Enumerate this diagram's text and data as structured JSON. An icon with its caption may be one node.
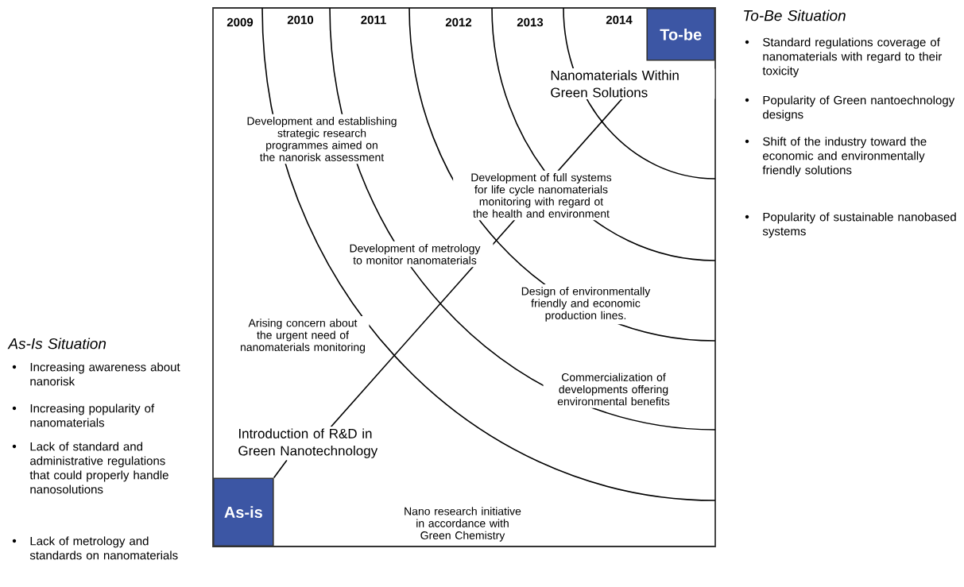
{
  "diagram": {
    "nodes": [
      {
        "text": [
          "As-is"
        ]
      },
      {
        "text": [
          "Introduction of R&D in Green Nanotechnology"
        ]
      },
      {
        "text": [
          "Nanomaterials Within Green Solutions"
        ]
      },
      {
        "text": [
          "To-be"
        ]
      }
    ],
    "edges": [
      {
        "from": 0,
        "to": 1,
        "arrow": "none"
      },
      {
        "from": 1,
        "to": 2,
        "arrow": "none"
      }
    ],
    "labels": [
      "2009",
      "2010",
      "2011",
      "2012",
      "2013",
      "2014",
      "Development and establishing strategic research programmes aimed on the nanorisk assessment",
      "Development of full systems for life cycle nanomaterials monitoring with regard ot the health and environment",
      "Development of metrology to monitor nanomaterials",
      "Arising concern about the urgent need of nanomaterials monitoring",
      "Design of environmentally friendly and economic production lines.",
      "Commercialization of developments offering environmental benefits",
      "Nano research initiative in accordance with Green Chemistry",
      "To-Be Situation",
      "Standard regulations coverage of nanomaterials with regard to their toxicity",
      "Popularity of Green nantoechnology designs",
      "Shift of the industry toward the economic and environmentally friendly solutions",
      "Popularity of sustainable nanobased systems",
      "As-Is Situation",
      "Increasing awareness about nanorisk",
      "Increasing popularity of nanomaterials",
      "Lack of standard and administrative regulations that could properly handle nanosolutions",
      "Lack of metrology and standards on nanomaterials"
    ]
  }
}
